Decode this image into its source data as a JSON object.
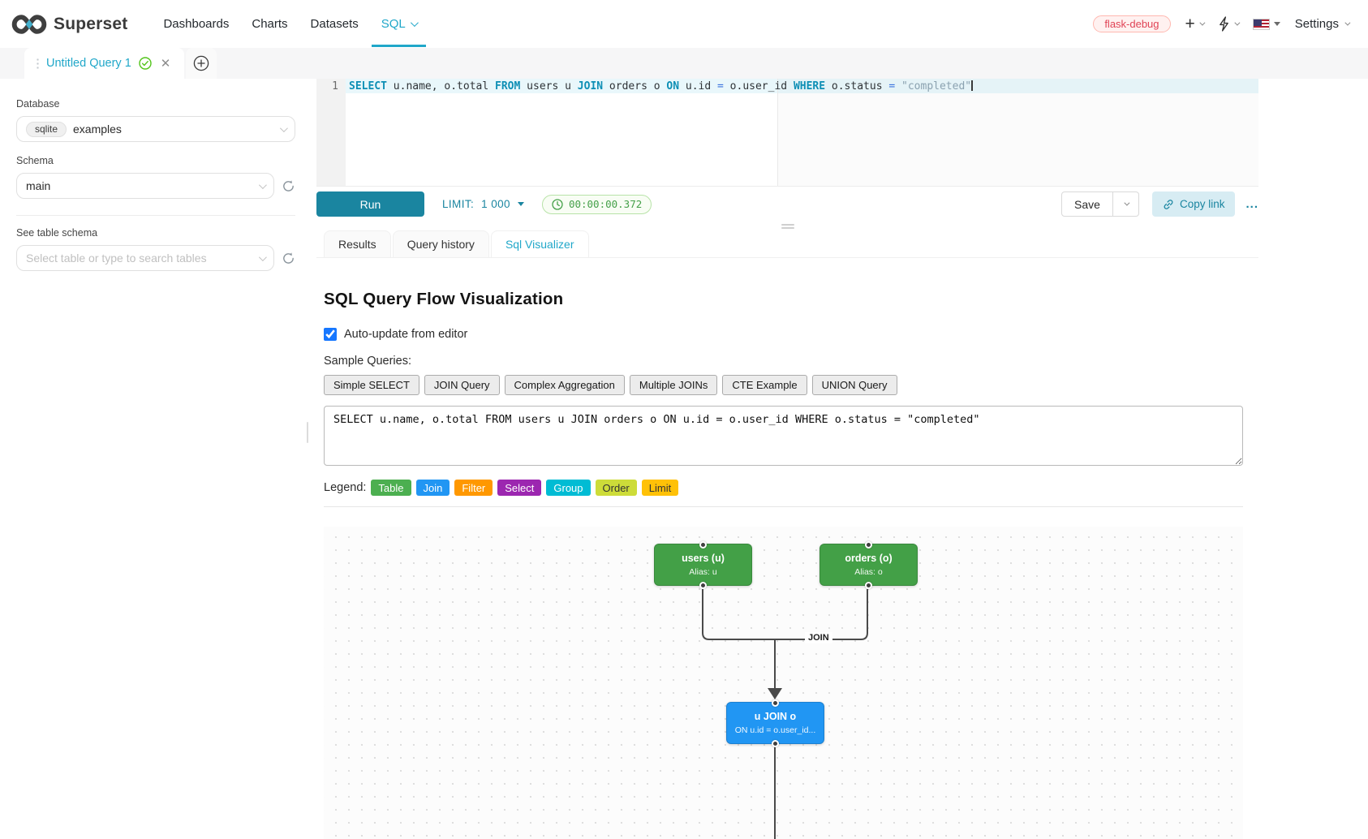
{
  "header": {
    "brand": "Superset",
    "nav": [
      {
        "label": "Dashboards"
      },
      {
        "label": "Charts"
      },
      {
        "label": "Datasets"
      },
      {
        "label": "SQL"
      }
    ],
    "env_badge": "flask-debug",
    "settings_label": "Settings",
    "accent_color": "#20a7c9"
  },
  "query_tab": {
    "title": "Untitled Query 1"
  },
  "sidebar": {
    "database_label": "Database",
    "database_engine": "sqlite",
    "database_value": "examples",
    "schema_label": "Schema",
    "schema_value": "main",
    "table_label": "See table schema",
    "table_placeholder": "Select table or type to search tables"
  },
  "editor": {
    "line_number": "1",
    "tokens": [
      {
        "text": "SELECT",
        "type": "kw"
      },
      {
        "text": " u.name, o.total ",
        "type": "plain"
      },
      {
        "text": "FROM",
        "type": "kw"
      },
      {
        "text": " users u ",
        "type": "plain"
      },
      {
        "text": "JOIN",
        "type": "kw"
      },
      {
        "text": " orders o ",
        "type": "plain"
      },
      {
        "text": "ON",
        "type": "kw"
      },
      {
        "text": " u.id ",
        "type": "plain"
      },
      {
        "text": "=",
        "type": "op"
      },
      {
        "text": " o.user_id ",
        "type": "plain"
      },
      {
        "text": "WHERE",
        "type": "kw"
      },
      {
        "text": " o.status ",
        "type": "plain"
      },
      {
        "text": "=",
        "type": "op"
      },
      {
        "text": " ",
        "type": "plain"
      },
      {
        "text": "\"completed\"",
        "type": "str"
      }
    ]
  },
  "toolbar": {
    "run_label": "Run",
    "limit_label": "LIMIT:",
    "limit_value": "1 000",
    "timer": "00:00:00.372",
    "save_label": "Save",
    "copy_link_label": "Copy link",
    "more_label": "..."
  },
  "result_tabs": [
    {
      "label": "Results"
    },
    {
      "label": "Query history"
    },
    {
      "label": "Sql Visualizer"
    }
  ],
  "visualizer": {
    "title": "SQL Query Flow Visualization",
    "auto_update_label": "Auto-update from editor",
    "auto_update_checked": "checked",
    "sample_queries_label": "Sample Queries:",
    "sample_buttons": [
      {
        "label": "Simple SELECT"
      },
      {
        "label": "JOIN Query"
      },
      {
        "label": "Complex Aggregation"
      },
      {
        "label": "Multiple JOINs"
      },
      {
        "label": "CTE Example"
      },
      {
        "label": "UNION Query"
      }
    ],
    "sql_text": "SELECT u.name, o.total FROM users u JOIN orders o ON u.id = o.user_id WHERE o.status = \"completed\"",
    "legend_label": "Legend:",
    "legend": [
      {
        "label": "Table",
        "color": "#4caf50",
        "style": "background:#4caf50;color:#fff"
      },
      {
        "label": "Join",
        "color": "#2196f3",
        "style": "background:#2196f3;color:#fff"
      },
      {
        "label": "Filter",
        "color": "#ff9800",
        "style": "background:#ff9800;color:#fff"
      },
      {
        "label": "Select",
        "color": "#9c27b0",
        "style": "background:#9c27b0;color:#fff"
      },
      {
        "label": "Group",
        "color": "#00bcd4",
        "style": "background:#00bcd4;color:#fff"
      },
      {
        "label": "Order",
        "color": "#cddc39",
        "style": "background:#cddc39;color:#333"
      },
      {
        "label": "Limit",
        "color": "#ffc107",
        "style": "background:#ffc107;color:#333"
      }
    ],
    "flow": {
      "nodes": [
        {
          "title": "users (u)",
          "subtitle": "Alias: u",
          "color": "#43a047",
          "style": "background:#43a047"
        },
        {
          "title": "orders (o)",
          "subtitle": "Alias: o",
          "color": "#43a047",
          "style": "background:#43a047"
        },
        {
          "title": "u JOIN o",
          "subtitle": "ON u.id = o.user_id...",
          "color": "#2196f3",
          "style": "background:#2196f3"
        }
      ],
      "edge_label": "JOIN"
    }
  }
}
